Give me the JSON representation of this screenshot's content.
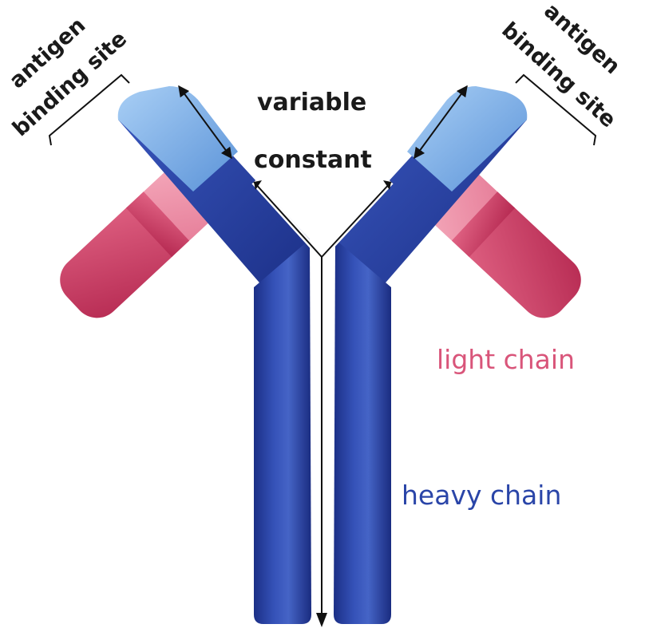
{
  "labels": {
    "antigen_left": "antigen",
    "binding_site_left": "binding site",
    "antigen_right": "antigen",
    "binding_site_right": "binding site",
    "variable": "variable",
    "constant": "constant",
    "light_chain": "light chain",
    "heavy_chain": "heavy chain"
  },
  "colors": {
    "heavy_chain": "#2a45a8",
    "heavy_variable": "#7fb0e6",
    "light_chain": "#c8385f",
    "light_variable": "#ef8aa4",
    "label_text": "#1a1a1a",
    "light_label": "#d9557a",
    "heavy_label": "#2a45a8"
  }
}
